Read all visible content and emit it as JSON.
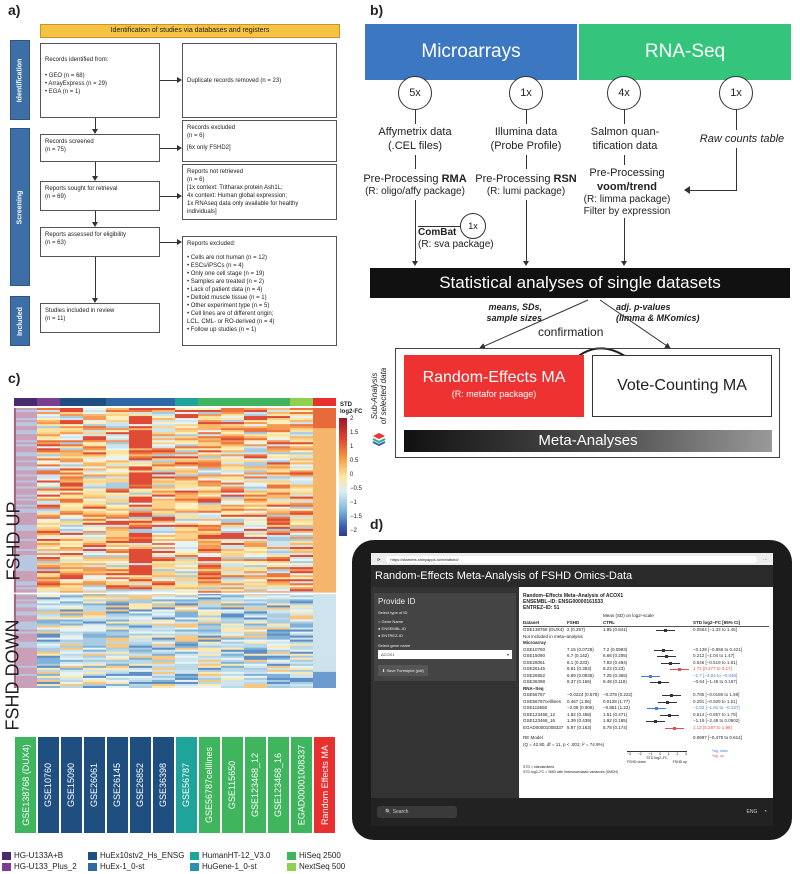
{
  "panels": {
    "a": "a)",
    "b": "b)",
    "c": "c)",
    "d": "d)"
  },
  "prisma": {
    "header": "Identification of studies via databases and registers",
    "stages": [
      "Identification",
      "Screening",
      "Included"
    ],
    "identified": {
      "title": "Records identified from:",
      "items": [
        "• GEO (n = 68)",
        "• ArrayExpress (n = 29)",
        "• EGA (n = 1)"
      ]
    },
    "duplicates": "Duplicate records removed (n = 23)",
    "screened": [
      "Records  screened",
      "(n = 75)"
    ],
    "excluded": [
      "Records  excluded",
      "(n = 6)",
      "[6x only FSHD2]"
    ],
    "sought": [
      "Reports sought for retrieval",
      "(n = 69)"
    ],
    "not_retrieved": [
      "Reports not retrieved",
      "(n = 6)",
      "[1x context: Tritharax protein Ash1L;",
      "4x context: Human global expression;",
      "1x RNAseq data only available for healthy",
      "individuals]"
    ],
    "assessed": [
      "Reports assessed for eligibility",
      "(n = 63)"
    ],
    "reports_excluded": {
      "title": "Reports excluded:",
      "items": [
        "• Cells are not human (n = 12)",
        "• ESCs/iPSCs (n = 4)",
        "• Only one cell stage (n = 19)",
        "• Samples are treated (n = 2)",
        "• Lack of patient data (n = 4)",
        "• Deltoid muscle tissue (n = 1)",
        "• Other experiment type (n = 5)",
        "• Cell lines are of different origin;",
        "   LCL, CML- or RO-derived (n = 4)",
        "• Follow up studies (n = 1)"
      ]
    },
    "included": [
      "Studies included in review",
      "(n = 11)"
    ]
  },
  "workflow": {
    "microarrays": "Microarrays",
    "rnaseq": "RNA-Seq",
    "counts": [
      "5x",
      "1x",
      "4x",
      "1x"
    ],
    "affy": [
      "Affymetrix data",
      "(.CEL files)"
    ],
    "illumina": [
      "Illumina data",
      "(Probe Profile)"
    ],
    "salmon": [
      "Salmon quan-",
      "tification data"
    ],
    "raw": "Raw counts table",
    "pre_rma": "Pre-Processing ",
    "rma": "RMA",
    "rma_pkg": "(R: oligo/affy package)",
    "pre_rsn": "Pre-Processing ",
    "rsn": "RSN",
    "rsn_pkg": "(R: lumi package)",
    "pre_voom": "Pre-Processing",
    "voom": "voom/trend",
    "voom_pkg": "(R: limma package)",
    "filter": "Filter by expression",
    "combat_count": "1x",
    "combat": "ComBat",
    "combat_pkg": "(R: sva package)",
    "stat": "Statistical analyses of single datasets",
    "means": [
      "means, SDs,",
      "sample sizes"
    ],
    "adjp": [
      "adj. p-values",
      "(limma & MKomics)"
    ],
    "confirmation": "confirmation",
    "sub_analysis": [
      "Sub-Analysis",
      "of selected data"
    ],
    "re_ma": "Random-Effects MA",
    "re_pkg": "(R: metafor package)",
    "vc_ma": "Vote-Counting MA",
    "meta": "Meta-Analyses"
  },
  "heatmap": {
    "legend_title": [
      "STD",
      "log2-FC"
    ],
    "legend_ticks": [
      "2",
      "1.5",
      "1",
      "0.5",
      "0",
      "−0.5",
      "−1",
      "−1.5",
      "−2"
    ],
    "up": "FSHD UP",
    "down": "FSHD DOWN",
    "datasets": [
      {
        "name": "GSE138768 (DUX4)",
        "color": "#3fb55e"
      },
      {
        "name": "GSE10760",
        "color": "#1e4f80"
      },
      {
        "name": "GSE15090",
        "color": "#1e4f80"
      },
      {
        "name": "GSE26061",
        "color": "#1e4f80"
      },
      {
        "name": "GSE26145",
        "color": "#1e4f80"
      },
      {
        "name": "GSE26852",
        "color": "#1e4f80"
      },
      {
        "name": "GSE36398",
        "color": "#1e4f80"
      },
      {
        "name": "GSE56787",
        "color": "#1ea49a"
      },
      {
        "name": "GSE56787celllines",
        "color": "#3fb55e"
      },
      {
        "name": "GSE115650",
        "color": "#3fb55e"
      },
      {
        "name": "GSE123468_12",
        "color": "#3fb55e"
      },
      {
        "name": "GSE123468_16",
        "color": "#3fb55e"
      },
      {
        "name": "EGAD00001008337",
        "color": "#3fb55e"
      },
      {
        "name": "Random Effects MA",
        "color": "#e83030"
      }
    ],
    "platforms": [
      {
        "name": "HG-U133A+B",
        "color": "#4a2a6e"
      },
      {
        "name": "HuEx10stv2_Hs_ENSG",
        "color": "#1e4f80"
      },
      {
        "name": "HumanHT-12_V3.0",
        "color": "#1ea49a"
      },
      {
        "name": "HiSeq 2500",
        "color": "#3fb55e"
      },
      {
        "name": "HG-U133_Plus_2",
        "color": "#7a3d8f"
      },
      {
        "name": "HuEx-1_0-st",
        "color": "#2f67a3"
      },
      {
        "name": "HuGene-1_0-st",
        "color": "#2b8fb0"
      },
      {
        "name": "NextSeq 500",
        "color": "#8fd14f"
      }
    ]
  },
  "app": {
    "url": "https://starnets.shinyapps.io/metafshd/",
    "title": "Random-Effects Meta-Analysis of FSHD Omics-Data",
    "provide_id": "Provide ID",
    "select_type": "Select type of ID",
    "id_types": [
      "Gene Name",
      "ENSEMBL-ID",
      "ENTREZ-ID"
    ],
    "select_gene": "Select gene name",
    "gene_value": "ACOX1",
    "save_button": "Save Forestplot (pdf)",
    "forest_title": "Random–Effects Meta–Analysis of ACOX1",
    "ensembl": "ENSEMBL–ID: ENSG00000161533",
    "entrez": "ENTREZ–ID: 51",
    "header_mean": "Mean (SD) on log2–scale",
    "col_dataset": "Dataset",
    "col_fshd": "FSHD",
    "col_ctrl": "CTRL",
    "col_std": "STD log2–FC [95% CI]",
    "rows": [
      {
        "d": "GSE138768 (DUX4)",
        "f": "2 (0.267)",
        "c": "1.95 (0.841)",
        "s": "0.0564 [−1.33 to 1.45]",
        "x": 0.55,
        "col": "#333"
      },
      {
        "d": "Not included in meta–analysis",
        "f": "",
        "c": "",
        "s": "",
        "x": -1,
        "col": "#333"
      },
      {
        "d": "Microarray",
        "f": "",
        "c": "",
        "s": "",
        "x": -1,
        "col": "#333"
      },
      {
        "d": "GSE10760",
        "f": "7.15 (0.0728)",
        "c": "7.2 (0.0993)",
        "s": "−0.138 [−0.856 to 0.421]",
        "x": 0.52,
        "col": "#333"
      },
      {
        "d": "GSE15090",
        "f": "6.7 (0.142)",
        "c": "6.68 (0.205)",
        "s": "0.212 [−1.04 to 1.47]",
        "x": 0.57,
        "col": "#333"
      },
      {
        "d": "GSE26061",
        "f": "8.1 (0.233)",
        "c": "7.93 (0.494)",
        "s": "0.646 [−0.519 to 1.81]",
        "x": 0.63,
        "col": "#333"
      },
      {
        "d": "GSE26145",
        "f": "8.81 (0.353)",
        "c": "8.23 (0.23)",
        "s": "1.72 [0.277 to 3.17]",
        "x": 0.78,
        "col": "#e05050"
      },
      {
        "d": "GSE26852",
        "f": "6.89 (0.0935)",
        "c": "7.25 (0.365)",
        "s": "−1.7 [−3.04 to −0.349]",
        "x": 0.3,
        "col": "#4a7fd0"
      },
      {
        "d": "GSE36398",
        "f": "8.37 (0.156)",
        "c": "8.48 (0.118)",
        "s": "−0.64 [−1.46 to 0.187]",
        "x": 0.45,
        "col": "#333"
      },
      {
        "d": "RNA–Seq",
        "f": "",
        "c": "",
        "s": "",
        "x": -1,
        "col": "#333"
      },
      {
        "d": "GSE56787",
        "f": "−0.0224 (0.578)",
        "c": "−0.378 (0.222)",
        "s": "0.785 [−0.0186 to 1.59]",
        "x": 0.65,
        "col": "#333"
      },
      {
        "d": "GSE56787celllines",
        "f": "0.467 (1.06)",
        "c": "0.0128 (1.77)",
        "s": "0.291 [−0.929 to 1.51]",
        "x": 0.59,
        "col": "#333"
      },
      {
        "d": "GSE115650",
        "f": "−2.08 (0.906)",
        "c": "−0.861 (1.22)",
        "s": "−1.02 [−1.91 to −0.137]",
        "x": 0.4,
        "col": "#4a7fd0"
      },
      {
        "d": "GSE123468_12",
        "f": "1.82 (0.458)",
        "c": "1.51 (0.471)",
        "s": "0.614 [−0.557 to 1.79]",
        "x": 0.62,
        "col": "#333"
      },
      {
        "d": "GSE123468_16",
        "f": "1.39 (0.439)",
        "c": "1.92 (0.165)",
        "s": "−1.19 [−2.48 to 0.0902]",
        "x": 0.38,
        "col": "#333"
      },
      {
        "d": "EGAD00001008337",
        "f": "5.97 (0.163)",
        "c": "5.78 (0.174)",
        "s": "1.13 [0.287 to 1.98]",
        "x": 0.7,
        "col": "#e05050"
      }
    ],
    "re_model": "RE Model",
    "re_stats": "(Q = 42.80, df = 11, p < .001; I² = 74.9%)",
    "re_value": "0.0697 [−0.475 to 0.614]",
    "axis_ticks": [
      "−3",
      "−2",
      "−1",
      "0",
      "1",
      "2",
      "3"
    ],
    "axis_label": "STD log2–FC",
    "fshd_down": "FSHD down",
    "fshd_up": "FSHD up",
    "sig_down": "*sig. down",
    "sig_up": "*sig. up",
    "notes": [
      "STD = standardized",
      "STD log2–FC = SMD with heteroscedastic variances (SMDH)"
    ],
    "search": "Search",
    "eng": "ENG"
  }
}
